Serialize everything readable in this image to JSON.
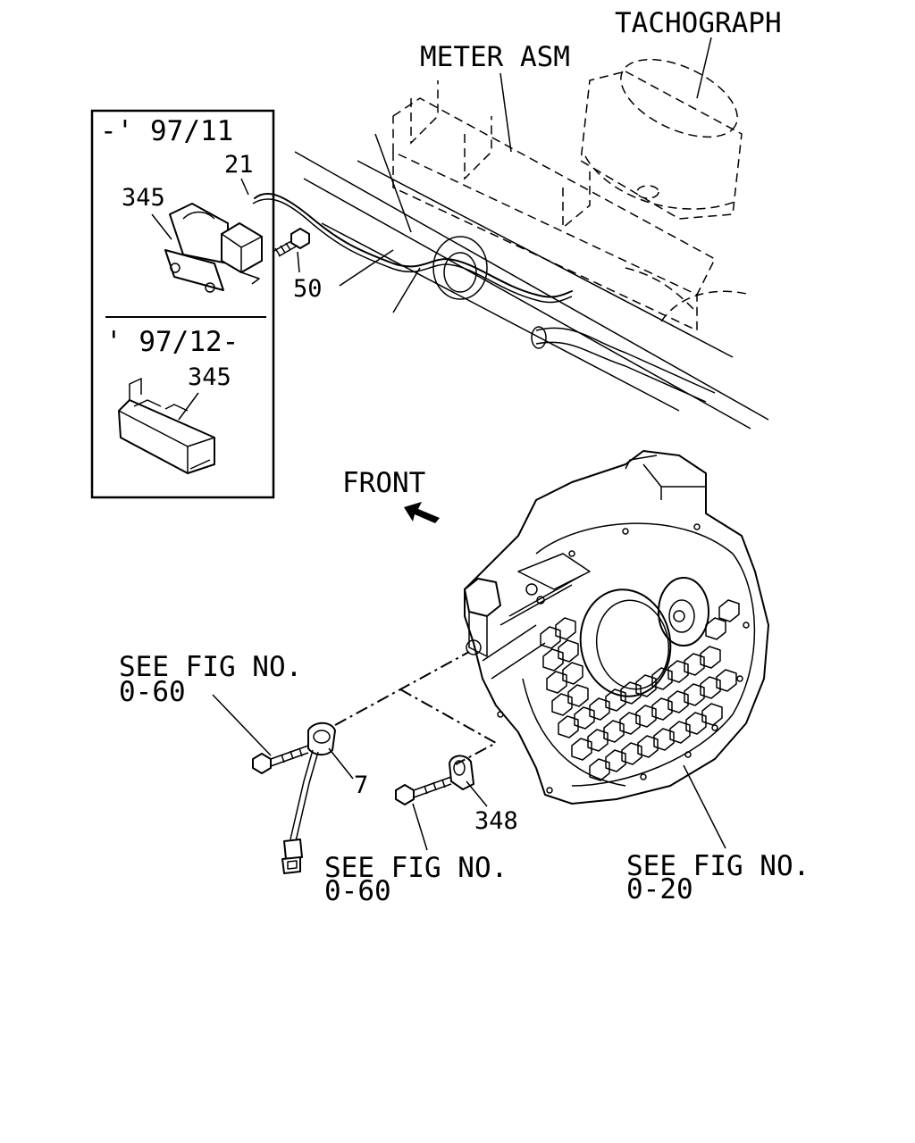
{
  "labels": {
    "tachograph": "TACHOGRAPH",
    "meter_asm": "METER ASM",
    "front": "FRONT",
    "see_fig_1_line1": "SEE FIG NO.",
    "see_fig_1_line2": "0-60",
    "see_fig_2_line1": "SEE FIG NO.",
    "see_fig_2_line2": "0-60",
    "see_fig_3_line1": "SEE FIG NO.",
    "see_fig_3_line2": "0-20"
  },
  "inset": {
    "period_upper": "-' 97/11",
    "period_lower": "' 97/12-"
  },
  "callouts": {
    "part_21": "21",
    "part_345_upper": "345",
    "part_50": "50",
    "part_345_lower": "345",
    "part_7": "7",
    "part_348": "348"
  },
  "icons": [
    "front-arrow-icon"
  ]
}
